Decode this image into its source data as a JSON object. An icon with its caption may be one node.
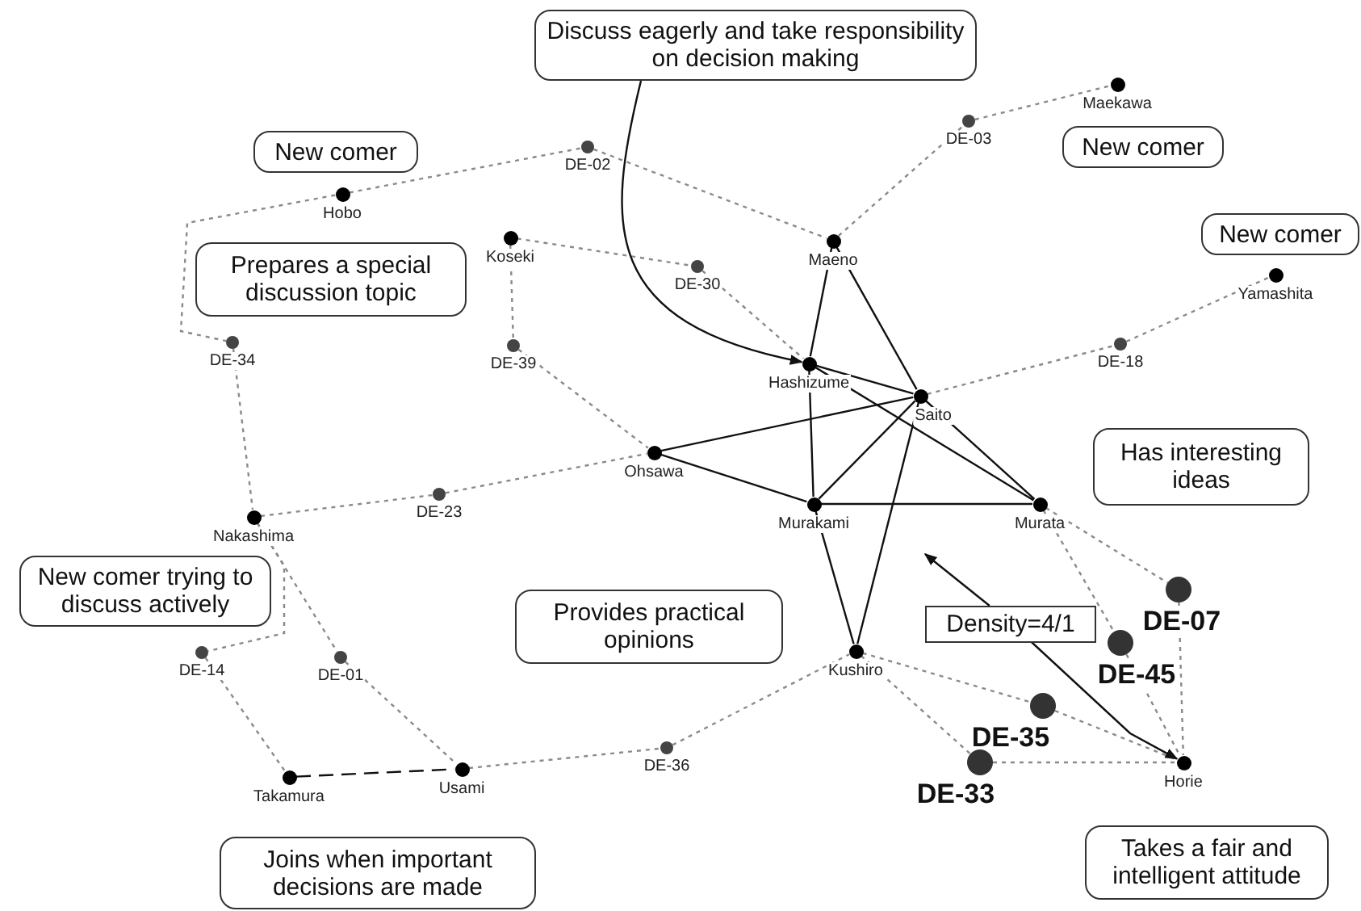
{
  "diagram": {
    "nodes": [
      {
        "text": [
          "Discuss eagerly and take responsibility on decision making"
        ]
      },
      {
        "text": [
          "Maekawa"
        ]
      },
      {
        "text": [
          "DE-03"
        ]
      },
      {
        "text": [
          "New comer"
        ]
      },
      {
        "text": [
          "New comer"
        ]
      },
      {
        "text": [
          "DE-02"
        ]
      },
      {
        "text": [
          "Hobo"
        ]
      },
      {
        "text": [
          "New comer"
        ]
      },
      {
        "text": [
          "Koseki"
        ]
      },
      {
        "text": [
          "Maeno"
        ]
      },
      {
        "text": [
          "Prepares a special discussion topic"
        ]
      },
      {
        "text": [
          "DE-30"
        ]
      },
      {
        "text": [
          "Yamashita"
        ]
      },
      {
        "text": [
          "DE-34"
        ]
      },
      {
        "text": [
          "DE-39"
        ]
      },
      {
        "text": [
          "DE-18"
        ]
      },
      {
        "text": [
          "Hashizume"
        ]
      },
      {
        "text": [
          "Saito"
        ]
      },
      {
        "text": [
          "Has interesting ideas"
        ]
      },
      {
        "text": [
          "Ohsawa"
        ]
      },
      {
        "text": [
          "DE-23"
        ]
      },
      {
        "text": [
          "Nakashima"
        ]
      },
      {
        "text": [
          "Murakami"
        ]
      },
      {
        "text": [
          "Murata"
        ]
      },
      {
        "text": [
          "New comer trying to discuss actively"
        ]
      },
      {
        "text": [
          "Provides practical opinions"
        ]
      },
      {
        "text": [
          "DE-07"
        ]
      },
      {
        "text": [
          "Density=4/1"
        ]
      },
      {
        "text": [
          "DE-45"
        ]
      },
      {
        "text": [
          "Kushiro"
        ]
      },
      {
        "text": [
          "DE-14"
        ]
      },
      {
        "text": [
          "DE-01"
        ]
      },
      {
        "text": [
          "DE-35"
        ]
      },
      {
        "text": [
          "DE-36"
        ]
      },
      {
        "text": [
          "DE-33"
        ]
      },
      {
        "text": [
          "Horie"
        ]
      },
      {
        "text": [
          "Takamura"
        ]
      },
      {
        "text": [
          "Usami"
        ]
      },
      {
        "text": [
          "Takes a fair and intelligent attitude"
        ]
      },
      {
        "text": [
          "Joins when important decisions are made"
        ]
      }
    ],
    "edges": [
      {
        "from": 6,
        "to": 5,
        "arrow": "none",
        "style": "dashed"
      },
      {
        "from": 5,
        "to": 9,
        "arrow": "none",
        "style": "dashed"
      },
      {
        "from": 9,
        "to": 2,
        "arrow": "none",
        "style": "dashed"
      },
      {
        "from": 2,
        "to": 1,
        "arrow": "none",
        "style": "dashed"
      },
      {
        "from": 6,
        "to": 13,
        "arrow": "none",
        "style": "dashed"
      },
      {
        "from": 13,
        "to": 21,
        "arrow": "none",
        "style": "dashed"
      },
      {
        "from": 8,
        "to": 11,
        "arrow": "none",
        "style": "dashed"
      },
      {
        "from": 11,
        "to": 16,
        "arrow": "none",
        "style": "dashed"
      },
      {
        "from": 8,
        "to": 14,
        "arrow": "none",
        "style": "dashed"
      },
      {
        "from": 14,
        "to": 19,
        "arrow": "none",
        "style": "dashed"
      },
      {
        "from": 21,
        "to": 20,
        "arrow": "none",
        "style": "dashed"
      },
      {
        "from": 20,
        "to": 19,
        "arrow": "none",
        "style": "dashed"
      },
      {
        "from": 17,
        "to": 15,
        "arrow": "none",
        "style": "dashed"
      },
      {
        "from": 15,
        "to": 12,
        "arrow": "none",
        "style": "dashed"
      },
      {
        "from": 9,
        "to": 16,
        "arrow": "none",
        "color": "#111111"
      },
      {
        "from": 9,
        "to": 17,
        "arrow": "none",
        "color": "#111111"
      },
      {
        "from": 16,
        "to": 17,
        "arrow": "none",
        "color": "#111111"
      },
      {
        "from": 16,
        "to": 22,
        "arrow": "none",
        "color": "#111111"
      },
      {
        "from": 16,
        "to": 23,
        "arrow": "none",
        "color": "#111111"
      },
      {
        "from": 17,
        "to": 23,
        "arrow": "none",
        "color": "#111111"
      },
      {
        "from": 19,
        "to": 17,
        "arrow": "none",
        "color": "#111111"
      },
      {
        "from": 19,
        "to": 22,
        "arrow": "none",
        "color": "#111111"
      },
      {
        "from": 17,
        "to": 22,
        "arrow": "none",
        "color": "#111111"
      },
      {
        "from": 17,
        "to": 29,
        "arrow": "none",
        "color": "#111111"
      },
      {
        "from": 22,
        "to": 29,
        "arrow": "none",
        "color": "#111111"
      },
      {
        "from": 22,
        "to": 23,
        "arrow": "none",
        "color": "#111111"
      },
      {
        "from": 23,
        "to": 26,
        "arrow": "none",
        "style": "dashed"
      },
      {
        "from": 26,
        "to": 35,
        "arrow": "none",
        "style": "dashed"
      },
      {
        "from": 23,
        "to": 28,
        "arrow": "none",
        "style": "dashed"
      },
      {
        "from": 28,
        "to": 35,
        "arrow": "none",
        "style": "dashed"
      },
      {
        "from": 29,
        "to": 32,
        "arrow": "none",
        "style": "dashed"
      },
      {
        "from": 32,
        "to": 35,
        "arrow": "none",
        "style": "dashed"
      },
      {
        "from": 29,
        "to": 34,
        "arrow": "none",
        "style": "dashed"
      },
      {
        "from": 34,
        "to": 35,
        "arrow": "none",
        "style": "dashed"
      },
      {
        "from": 21,
        "to": 30,
        "arrow": "none",
        "style": "dashed"
      },
      {
        "from": 21,
        "to": 31,
        "arrow": "none",
        "style": "dashed"
      },
      {
        "from": 30,
        "to": 36,
        "arrow": "none",
        "style": "dashed"
      },
      {
        "from": 31,
        "to": 37,
        "arrow": "none",
        "style": "dashed"
      },
      {
        "from": 37,
        "to": 33,
        "arrow": "none",
        "style": "dashed"
      },
      {
        "from": 33,
        "to": 29,
        "arrow": "none",
        "style": "dashed"
      },
      {
        "from": 36,
        "to": 37,
        "arrow": "none",
        "style": "dashed",
        "color": "#111111"
      },
      {
        "from": 0,
        "to": 16,
        "arrow": "to",
        "color": "#111111"
      },
      {
        "from": 27,
        "to": null,
        "arrow": "to",
        "color": "#111111"
      },
      {
        "from": 27,
        "to": 35,
        "arrow": "to",
        "color": "#111111"
      }
    ]
  }
}
